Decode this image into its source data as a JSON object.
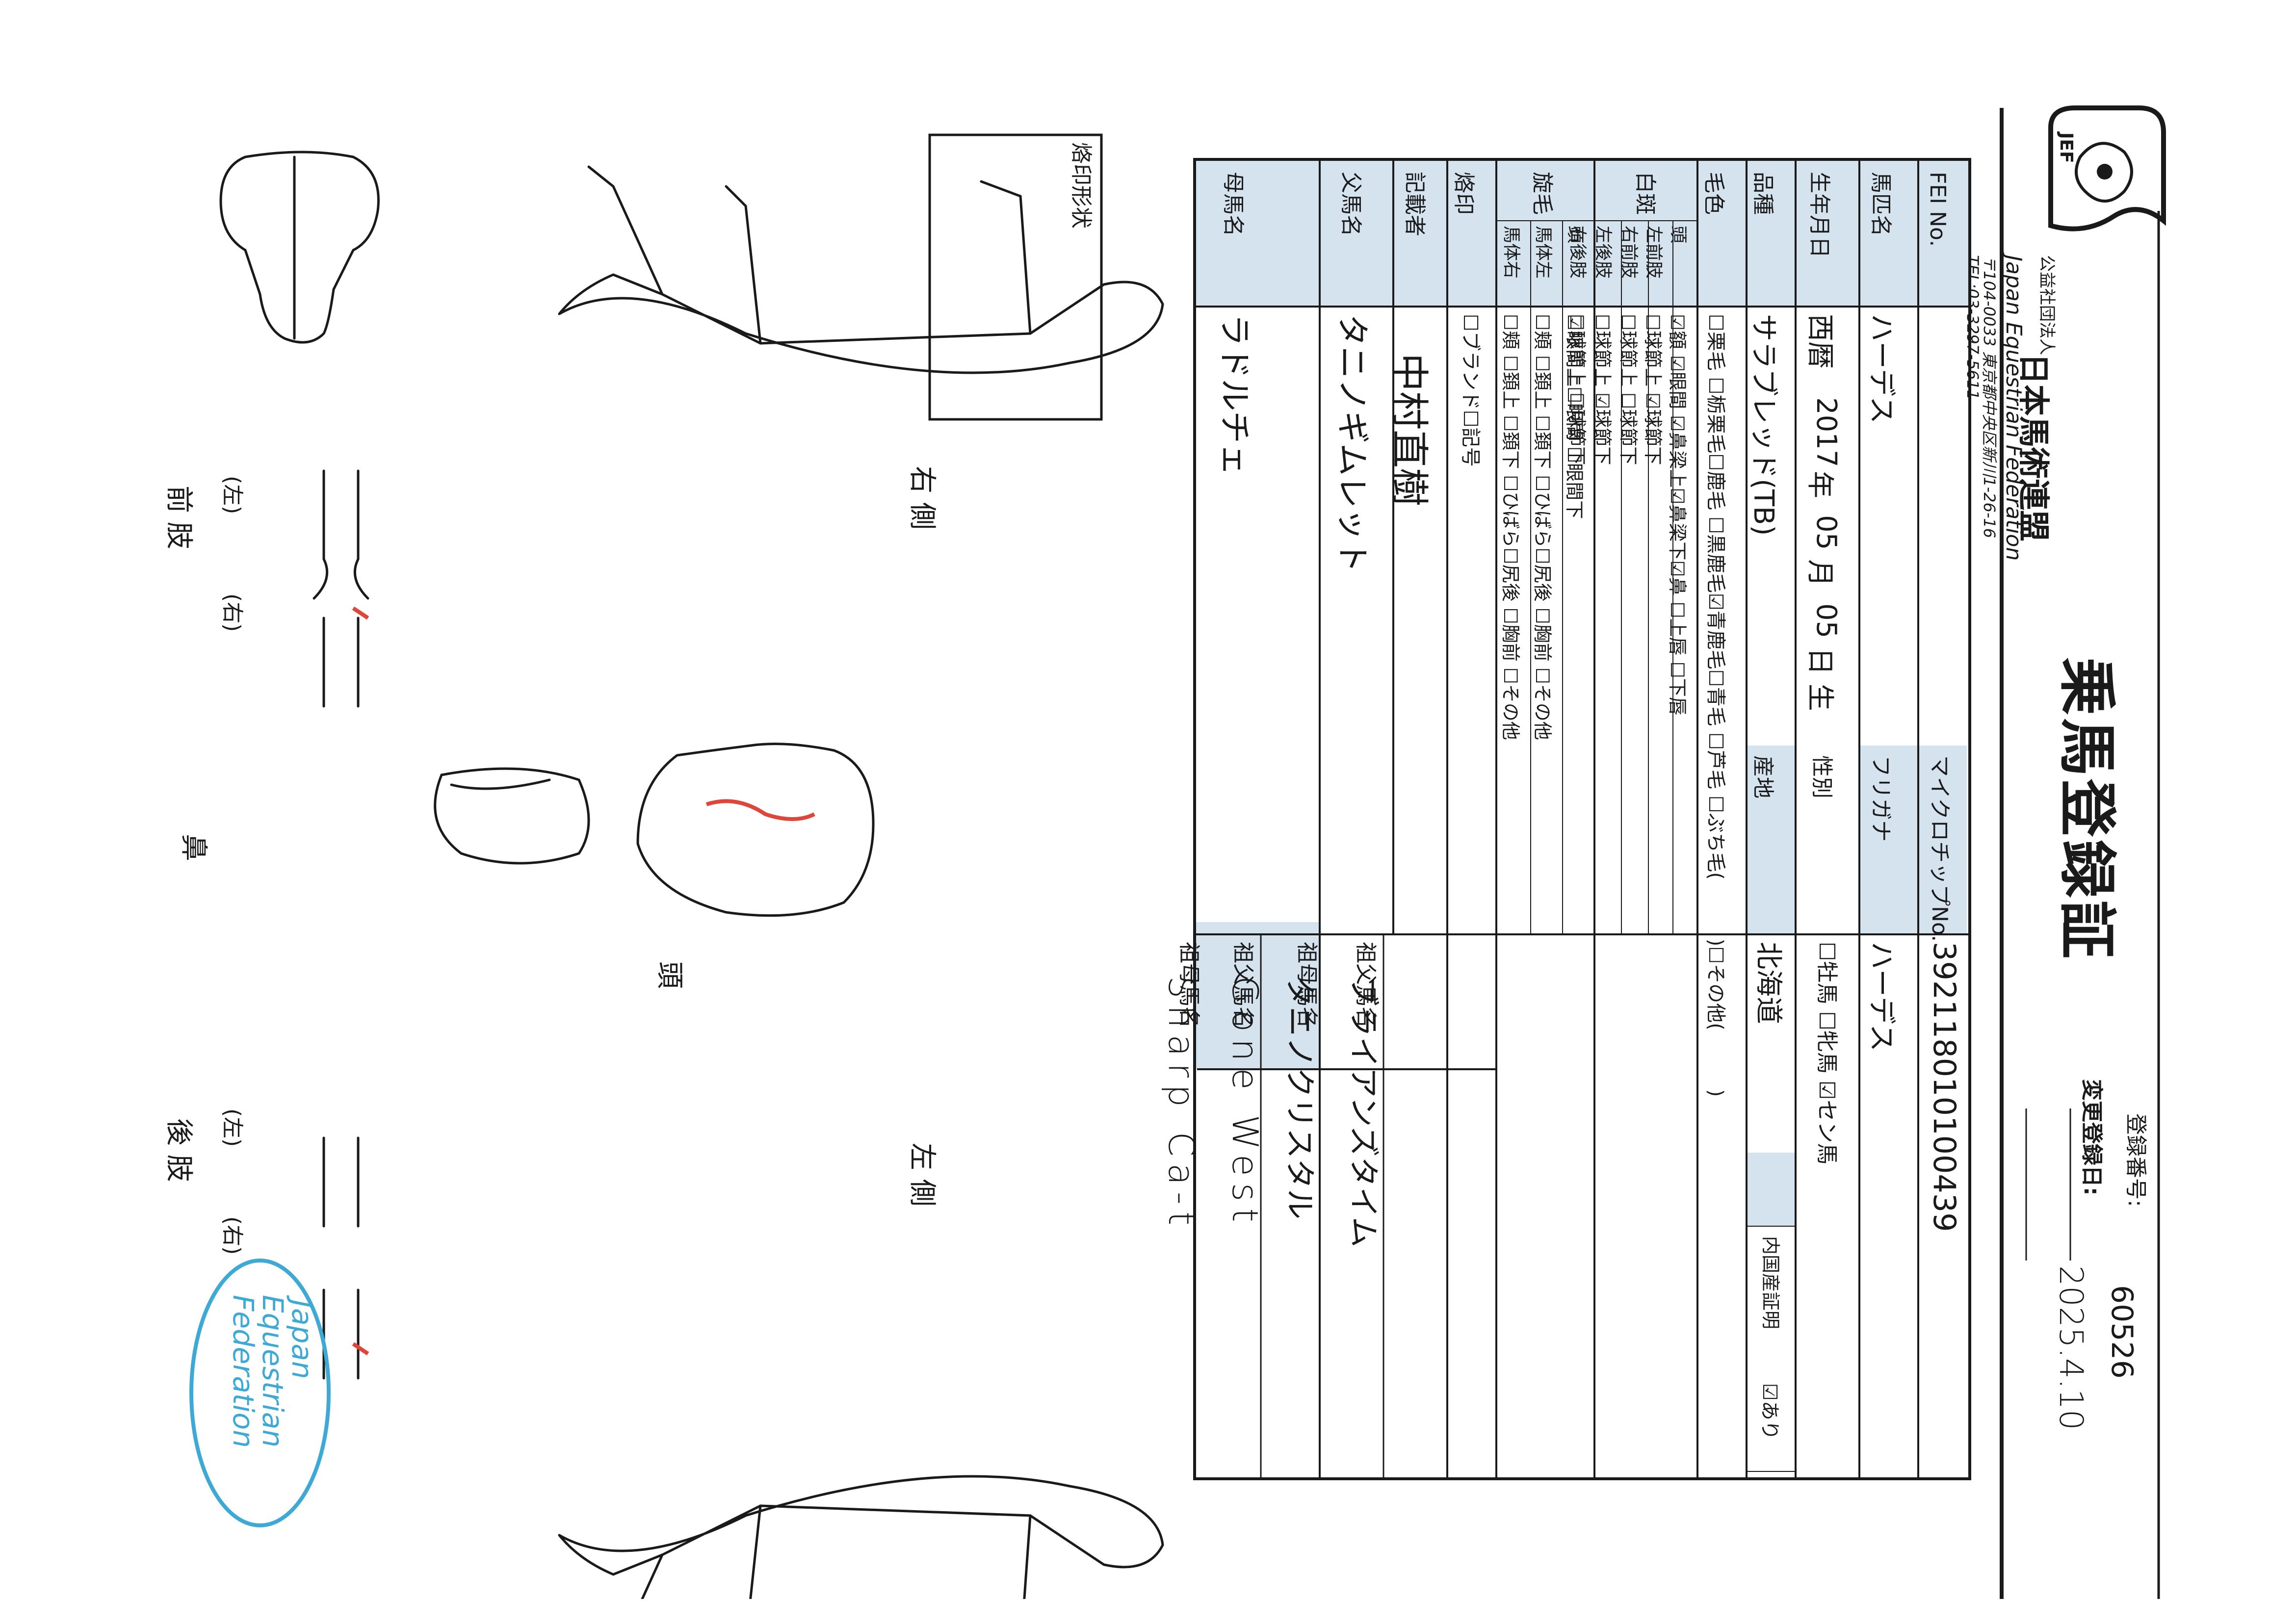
{
  "header": {
    "org_prefix": "公益社団法人",
    "org_name": "日本馬術連盟",
    "org_en": "Japan Equestrian Federation",
    "address": "〒104-0033 東京都中央区新川1-26-16",
    "tel": "TEL:03-3297-5611",
    "logo_text": "JEF",
    "title": "乗馬登録証",
    "reg_no_label": "登録番号:",
    "reg_no": "60526",
    "change_date_label": "変更登録日:",
    "change_date": "2025.4.10"
  },
  "form": {
    "fei_no_label": "FEI No.",
    "microchip_label": "マイクロチップNo.",
    "microchip": "392118010100439",
    "horse_name_label": "馬匹名",
    "horse_name": "ハーデス",
    "furigana_label": "フリガナ",
    "furigana": "ハーデス",
    "dob_label": "生年月日",
    "dob_era": "西暦",
    "dob_year": "2017",
    "dob_year_unit": "年",
    "dob_month": "05",
    "dob_month_unit": "月",
    "dob_day": "05",
    "dob_day_unit": "日 生",
    "sex_label": "性別",
    "sex_options": [
      "☐牡馬",
      "☐牝馬",
      "☑セン馬"
    ],
    "breed_label": "品種",
    "breed": "サラブレッド(TB)",
    "origin_label": "産地",
    "origin": "北海道",
    "domestic_label": "内国産証明",
    "domestic_value": "☑あり",
    "color_label": "毛色",
    "color_options": "☐栗毛 ☐栃栗毛☐鹿毛 ☐黒鹿毛☑青鹿毛☐青毛 ☐芦毛 ☐ぶち毛(　　　)☐その他(　　　)",
    "white_label": "白斑",
    "white_rows": [
      {
        "label": "頭",
        "value": "☑額 ☑眼間 ☑鼻梁上☑鼻梁下☑鼻 ☐上唇 ☐下唇"
      },
      {
        "label": "左前肢",
        "value": "☐球節上 ☑球節下"
      },
      {
        "label": "右前肢",
        "value": "☐球節上 ☐球節下"
      },
      {
        "label": "左後肢",
        "value": "☐球節上 ☑球節下"
      },
      {
        "label": "右後肢",
        "value": "☐球節上 ☐球節下"
      }
    ],
    "whorl_label": "旋毛",
    "whorl_rows": [
      {
        "label": "頭",
        "value": "☑眼間上☐眼間 ☐眼間下"
      },
      {
        "label": "馬体左",
        "value": "☐頬 ☐頚上 ☐頚下 ☐ひばら☐尻後 ☐胸前 ☐その他"
      },
      {
        "label": "馬体右",
        "value": "☐頬 ☐頚上 ☐頚下 ☐ひばら☐尻後 ☐胸前 ☐その他"
      }
    ],
    "brand_label": "烙印",
    "brand_options": "☐ブランド☐記号",
    "recorder_label": "記載者",
    "recorder": "中村直樹",
    "sire_label": "父馬名",
    "sire": "タニノギムレット",
    "grandsire_label": "祖父馬名",
    "grandsire": "ブライアンズタイム",
    "granddam_label": "祖母馬名",
    "granddam": "タニノクリスタル",
    "dam_label": "母馬名",
    "dam": "ラドルチェ",
    "dam_grandsire_label": "祖父馬名",
    "dam_grandsire": "Gone West",
    "dam_granddam_label": "祖母馬名",
    "dam_granddam": "Sharp Ca-t"
  },
  "diagram": {
    "brand_shape_label": "烙印形状",
    "right_side": "右 側",
    "left_side": "左 側",
    "head": "頭",
    "nose": "鼻",
    "fore_left": "(左)",
    "fore_right": "(右)",
    "forelimb": "前 肢",
    "hind_left": "(左)",
    "hind_right": "(右)",
    "hindlimb": "後 肢",
    "stamp_line1": "Japan",
    "stamp_line2": "Equestrian",
    "stamp_line3": "Federation"
  },
  "colors": {
    "ink": "#1a1a1a",
    "header_fill": "#d5e3ef",
    "red_mark": "#e0453a",
    "stamp_blue": "#3fa9d6"
  }
}
